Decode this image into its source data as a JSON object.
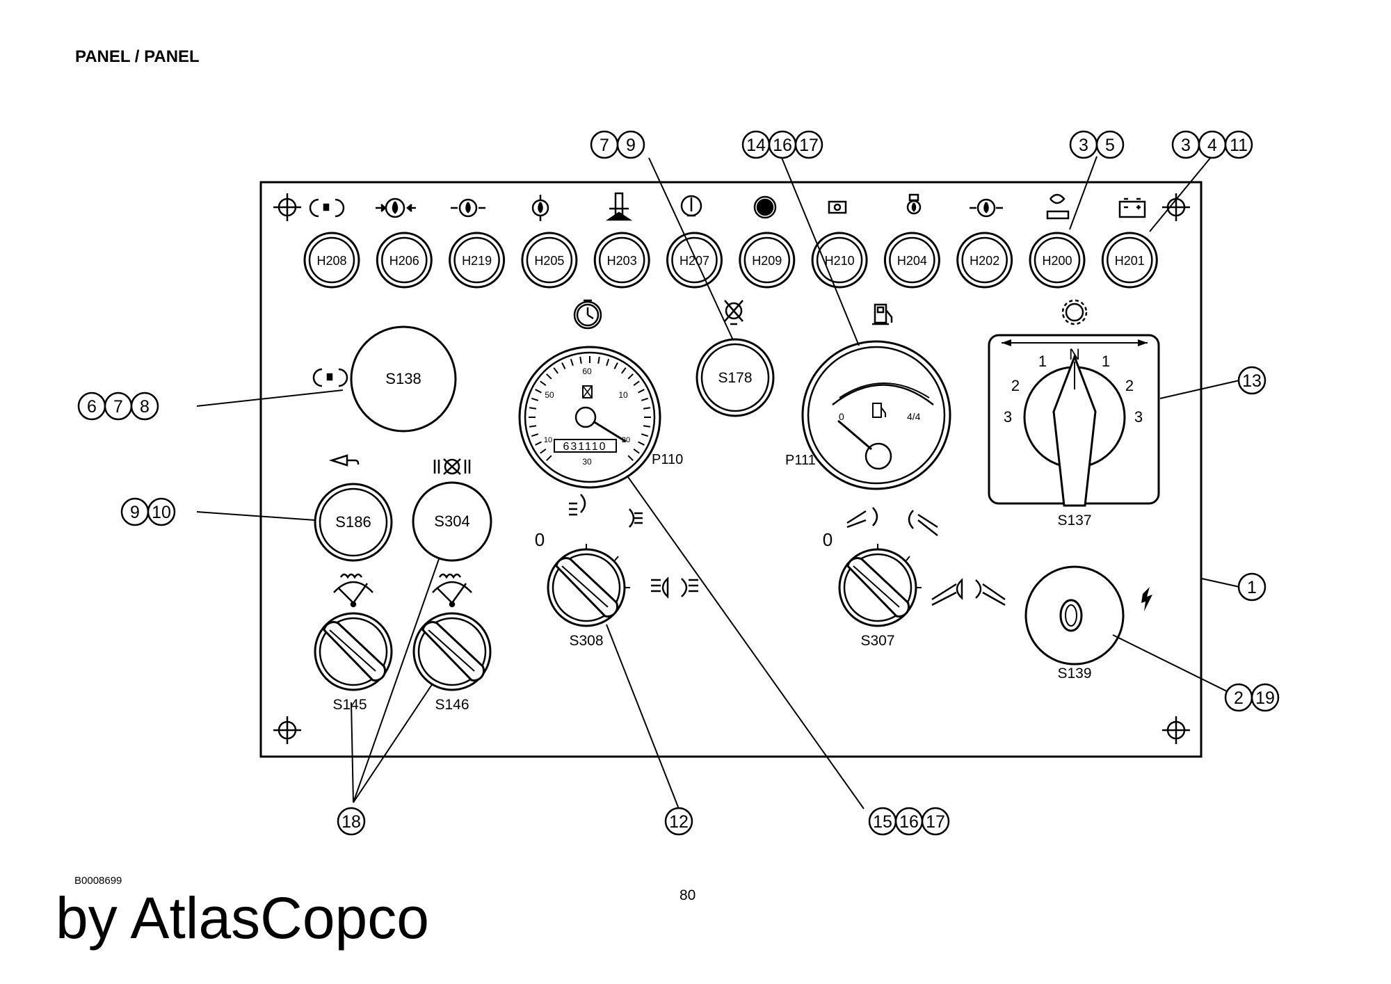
{
  "header": {
    "title": "PANEL / PANEL"
  },
  "footer": {
    "doc_code": "B0008699",
    "page_number": "80",
    "brand": "by AtlasCopco"
  },
  "lamps": [
    "H208",
    "H206",
    "H219",
    "H205",
    "H203",
    "H207",
    "H209",
    "H210",
    "H204",
    "H202",
    "H200",
    "H201"
  ],
  "switches": {
    "s138": "S138",
    "s178": "S178",
    "s186": "S186",
    "s304": "S304",
    "s145": "S145",
    "s146": "S146",
    "s308": "S308",
    "s307": "S307",
    "s137": "S137",
    "s139": "S139"
  },
  "gauges": {
    "p110": "P110",
    "p111": "P111",
    "speedo_ticks": [
      "60",
      "50",
      "10",
      "10",
      "20",
      "30"
    ],
    "odometer": "631110",
    "fuel_min": "0",
    "fuel_max": "4/4"
  },
  "selector": {
    "neutral": "N",
    "left": [
      "1",
      "2",
      "3"
    ],
    "right": [
      "1",
      "2",
      "3"
    ]
  },
  "dial_positions": {
    "s308_zero": "0",
    "s307_zero": "0"
  },
  "callouts": {
    "top_a": [
      "7",
      "9"
    ],
    "top_b": [
      "14",
      "16",
      "17"
    ],
    "top_c": [
      "3",
      "5"
    ],
    "top_d": [
      "3",
      "4",
      "11"
    ],
    "left_a": [
      "6",
      "7",
      "8"
    ],
    "left_b": [
      "9",
      "10"
    ],
    "right_a": [
      "13"
    ],
    "right_b": [
      "1"
    ],
    "right_c": [
      "2",
      "19"
    ],
    "bottom_a": [
      "18"
    ],
    "bottom_b": [
      "12"
    ],
    "bottom_c": [
      "15",
      "16",
      "17"
    ]
  }
}
